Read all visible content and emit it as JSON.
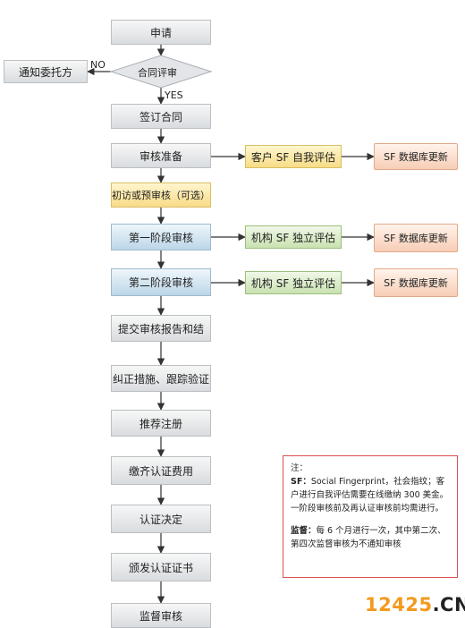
{
  "nodes": {
    "apply": "申请",
    "notify_client": "通知委托方",
    "contract_review": "合同评审",
    "sign_contract": "签订合同",
    "audit_prep": "审核准备",
    "client_sf_eval": "客户 SF 自我评估",
    "sf_db_update_1": "SF 数据库更新",
    "initial_visit": "初访或预审核（可选）",
    "stage1_audit": "第一阶段审核",
    "org_sf_eval_1": "机构 SF 独立评估",
    "sf_db_update_2": "SF 数据库更新",
    "stage2_audit": "第二阶段审核",
    "org_sf_eval_2": "机构 SF 独立评估",
    "sf_db_update_3": "SF 数据库更新",
    "submit_report": "提交审核报告和结",
    "corrective": "纠正措施、跟踪验证",
    "recommend": "推荐注册",
    "pay_fee": "缴齐认证费用",
    "cert_decision": "认证决定",
    "issue_cert": "颁发认证证书",
    "surveillance": "监督审核"
  },
  "edge_labels": {
    "no": "NO",
    "yes": "YES"
  },
  "note": {
    "title": "注：",
    "sf_term": "SF：",
    "sf_text": "Social Fingerprint，社会指纹；客户进行自我评估需要在线缴纳 300 美金。一阶段审核前及再认证审核前均需进行。",
    "surv_term": "监督：",
    "surv_text": "每 6 个月进行一次，其中第二次、第四次监督审核为不通知审核"
  },
  "watermark": {
    "num": "12425",
    "dot": ".",
    "cn": "CN"
  }
}
